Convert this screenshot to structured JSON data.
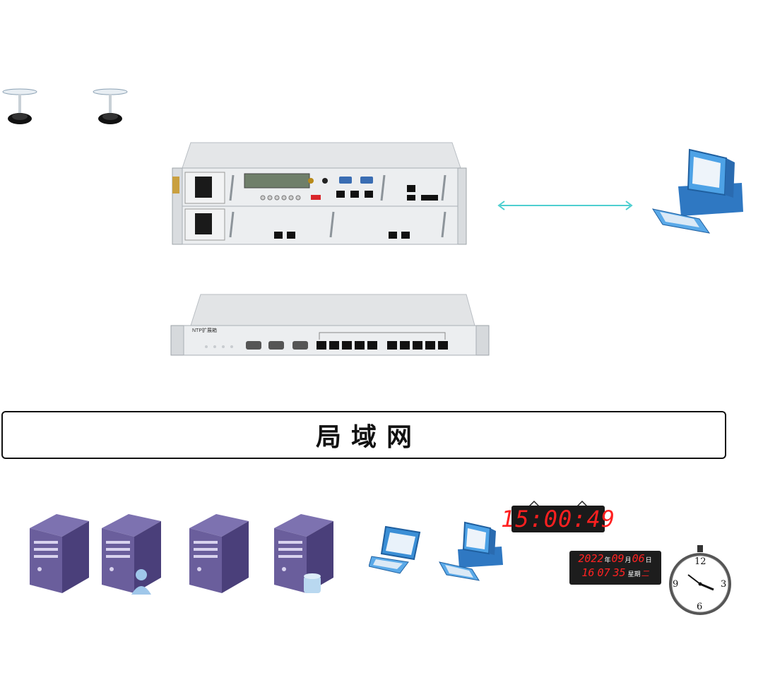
{
  "lan": {
    "label": "局域网"
  },
  "expansion_unit": {
    "label": "NTP扩展箱"
  },
  "led_clock": {
    "time": "15:00:49"
  },
  "calendar_clock": {
    "year": "2022",
    "year_unit": "年",
    "month": "09",
    "month_unit": "月",
    "day": "06",
    "day_unit": "日",
    "hour": "16",
    "minute": "07",
    "second": "35",
    "weekday_label": "星期",
    "weekday_value": "二"
  },
  "analog_clock": {
    "numerals": [
      "12",
      "3",
      "6",
      "9"
    ]
  },
  "colors": {
    "link_arrow": "#4ecfd0",
    "server_purple": "#6a5e9c",
    "pc_blue": "#3b8fd6",
    "led_red": "#ff2020"
  },
  "icons": [
    "gps-antenna-icon",
    "server-icon",
    "desktop-computer-icon",
    "laptop-icon",
    "wall-clock-icon"
  ]
}
